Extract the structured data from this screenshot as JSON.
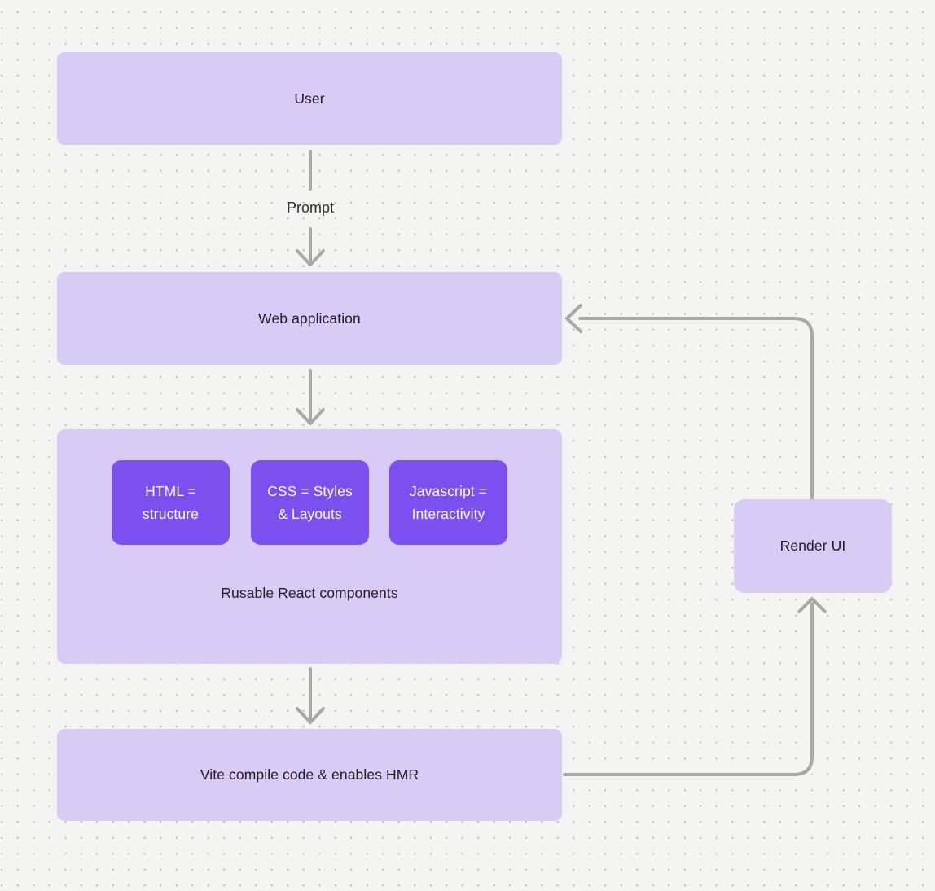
{
  "colors": {
    "background": "#f4f4f3",
    "dot": "#c5c4c2",
    "node_fill": "#d8cbf6",
    "inner_node_fill": "#7c50ee",
    "arrow": "#a9a9a9",
    "text_dark": "#202027",
    "text_light": "#faf7ff"
  },
  "nodes": {
    "user": {
      "label": "User"
    },
    "web_application": {
      "label": "Web application"
    },
    "components": {
      "label": "Rusable React components",
      "children": [
        {
          "label": "HTML = structure"
        },
        {
          "label": "CSS = Styles & Layouts"
        },
        {
          "label": "Javascript = Interactivity"
        }
      ]
    },
    "vite": {
      "label": "Vite compile code & enables HMR"
    },
    "render_ui": {
      "label": "Render UI"
    }
  },
  "edges": [
    {
      "from": "user",
      "to": "web_application",
      "label": "Prompt"
    },
    {
      "from": "web_application",
      "to": "components",
      "label": ""
    },
    {
      "from": "components",
      "to": "vite",
      "label": ""
    },
    {
      "from": "vite",
      "to": "render_ui",
      "label": ""
    },
    {
      "from": "render_ui",
      "to": "web_application",
      "label": ""
    }
  ]
}
